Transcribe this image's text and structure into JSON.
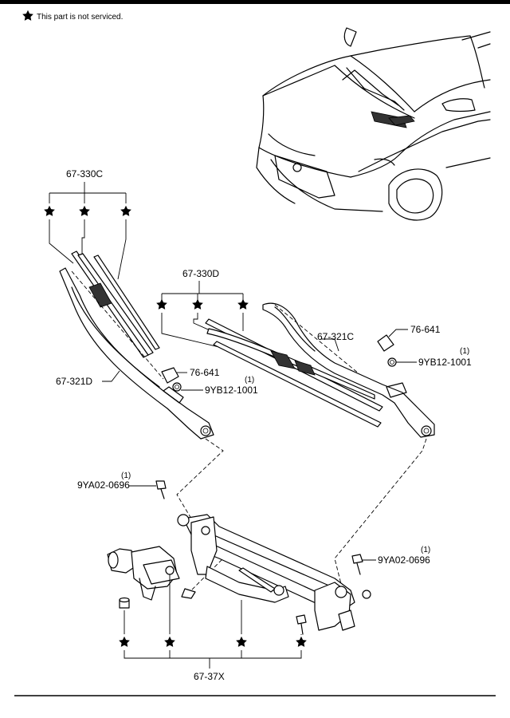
{
  "note": {
    "star_icon": "star-icon",
    "text": "This part is not serviced."
  },
  "labels": {
    "blade_lh": "67-330C",
    "blade_rh": "67-330D",
    "arm_rh": "67-321C",
    "arm_lh": "67-321D",
    "cap_rh": "76-641",
    "cap_lh": "76-641",
    "nut_rh": "9YB12-1001",
    "nut_rh_qty": "(1)",
    "nut_lh": "9YB12-1001",
    "nut_lh_qty": "(1)",
    "bolt_upper": "9YA02-0696",
    "bolt_upper_qty": "(1)",
    "bolt_right": "9YA02-0696",
    "bolt_right_qty": "(1)",
    "linkage": "67-37X"
  }
}
